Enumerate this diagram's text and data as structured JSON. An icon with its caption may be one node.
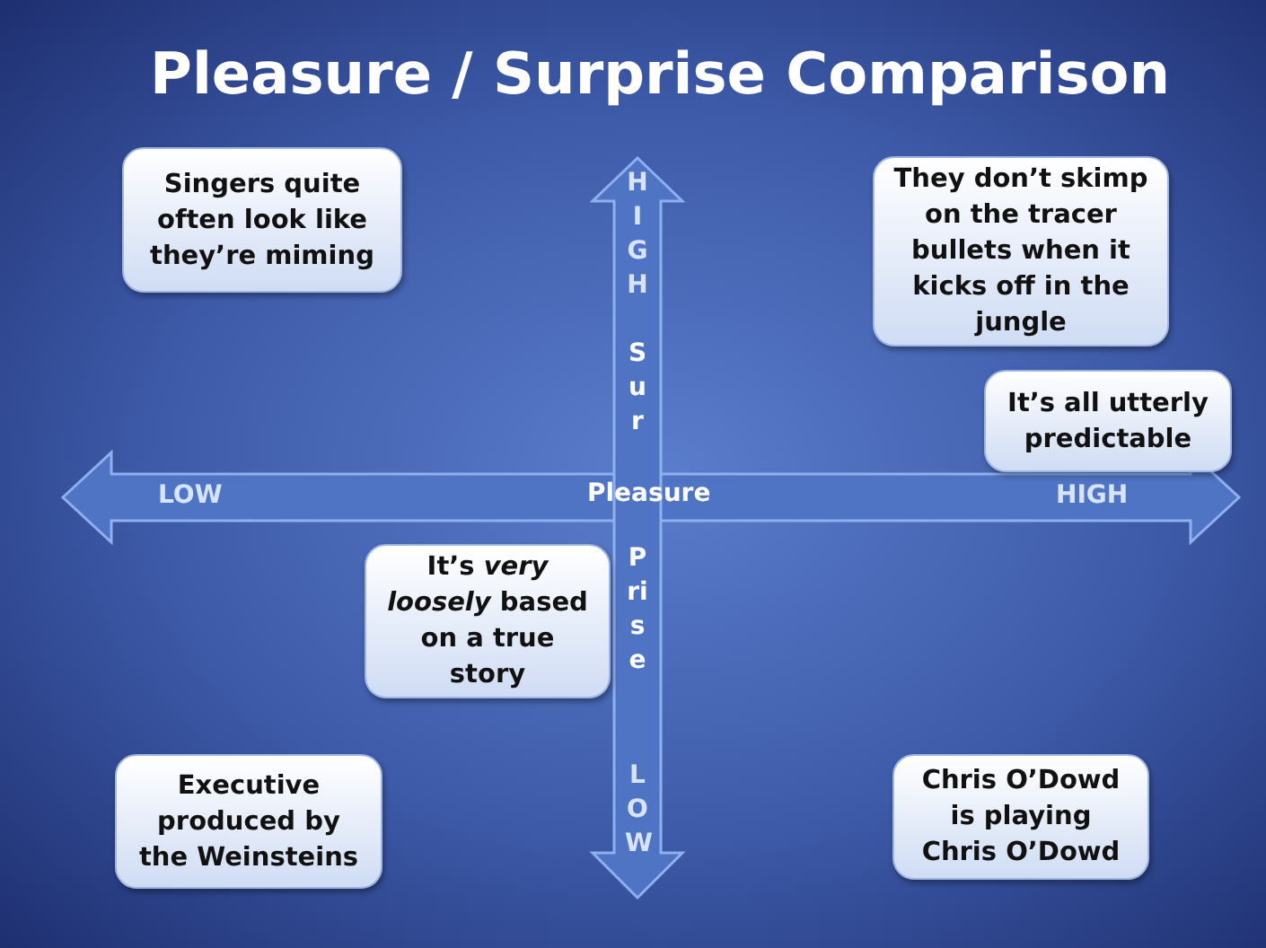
{
  "diagram": {
    "title": "Pleasure / Surprise Comparison",
    "nodes": [
      {
        "text": [
          "Singers quite often look like they’re miming"
        ]
      },
      {
        "text": [
          "They don’t skimp on the tracer bullets when it kicks off in the jungle"
        ]
      },
      {
        "text": [
          "It’s all utterly predictable"
        ]
      },
      {
        "text": [
          "It’s *very loosely* based on a true story"
        ]
      },
      {
        "text": [
          "Executive produced by the Weinsteins"
        ]
      },
      {
        "text": [
          "Chris O’Dowd is playing Chris O’Dowd"
        ]
      }
    ],
    "edges": [],
    "labels": [
      "HIGH",
      "Sur",
      "LOW",
      "Pleasure",
      "HIGH",
      "Prise",
      "LOW"
    ]
  }
}
